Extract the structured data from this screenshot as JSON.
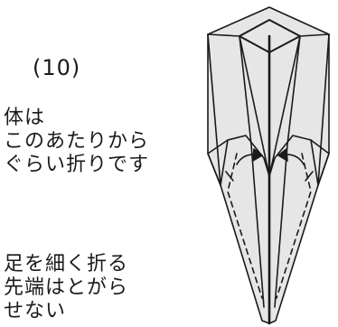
{
  "step": {
    "label": "(10)"
  },
  "notes": {
    "body_fold": {
      "line1": "体は",
      "line2": "このあたりから",
      "line3": "ぐらい折りです"
    },
    "leg_fold": {
      "line1": "足を細く折る",
      "line2": "先端はとがら",
      "line3": "せない"
    }
  },
  "colors": {
    "paper_fill": "#e6e6e6",
    "line": "#1a1a1a",
    "background": "#ffffff"
  }
}
